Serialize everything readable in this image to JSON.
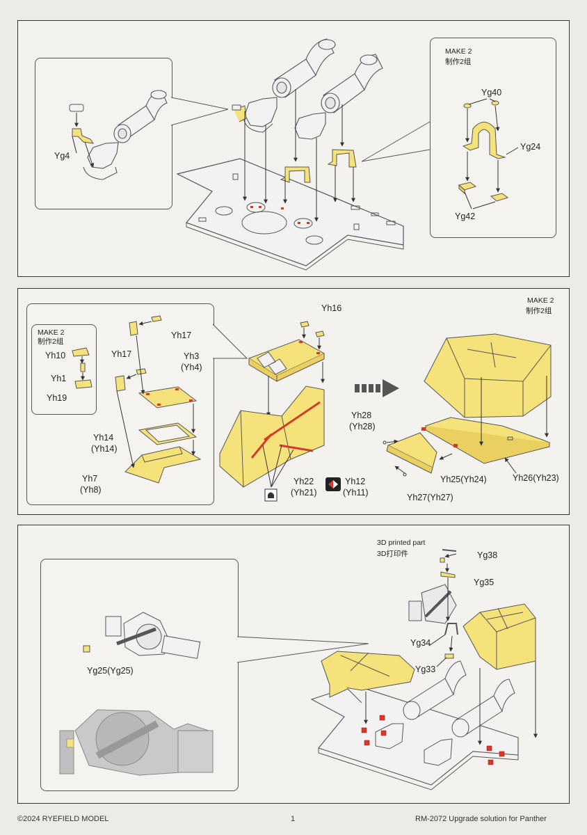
{
  "panel1": {
    "labels": {
      "yg4": "Yg4",
      "make2": "MAKE 2",
      "make2_cn": "制作2组",
      "yg40": "Yg40",
      "yg24": "Yg24",
      "yg42": "Yg42"
    }
  },
  "panel2": {
    "labels": {
      "make2_left": "MAKE 2",
      "make2_left_cn": "制作2组",
      "yh10": "Yh10",
      "yh1": "Yh1",
      "yh19": "Yh19",
      "yh17_a": "Yh17",
      "yh17_b": "Yh17",
      "yh3": "Yh3",
      "yh4": "(Yh4)",
      "yh14": "Yh14",
      "yh14b": "(Yh14)",
      "yh7": "Yh7",
      "yh8": "(Yh8)",
      "yh16": "Yh16",
      "yh22": "Yh22",
      "yh21": "(Yh21)",
      "yh12": "Yh12",
      "yh11": "(Yh11)",
      "make2_right": "MAKE 2",
      "make2_right_cn": "制作2组",
      "yh28": "Yh28",
      "yh28b": "(Yh28)",
      "yh25": "Yh25(Yh24)",
      "yh26": "Yh26(Yh23)",
      "yh27": "Yh27(Yh27)"
    }
  },
  "panel3": {
    "labels": {
      "yg25": "Yg25(Yg25)",
      "printed": "3D printed part",
      "printed_cn": "3D打印件",
      "yg38": "Yg38",
      "yg35": "Yg35",
      "yg34": "Yg34",
      "yg33": "Yg33"
    }
  },
  "footer": {
    "copyright": "©2024 RYEFIELD MODEL",
    "page": "1",
    "product": "RM-2072 Upgrade solution for Panther"
  },
  "colors": {
    "pe_yellow": "#f6e27a",
    "glue_red": "#d63a2a",
    "outline": "#444444"
  }
}
